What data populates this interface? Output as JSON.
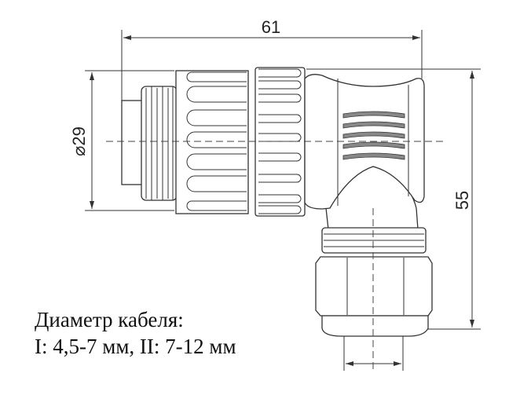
{
  "dimensions": {
    "length": "61",
    "diameter": "⌀29",
    "height": "55"
  },
  "caption": {
    "line1": "Диаметр кабеля:",
    "line2": "I: 4,5-7 мм, II: 7-12 мм"
  }
}
